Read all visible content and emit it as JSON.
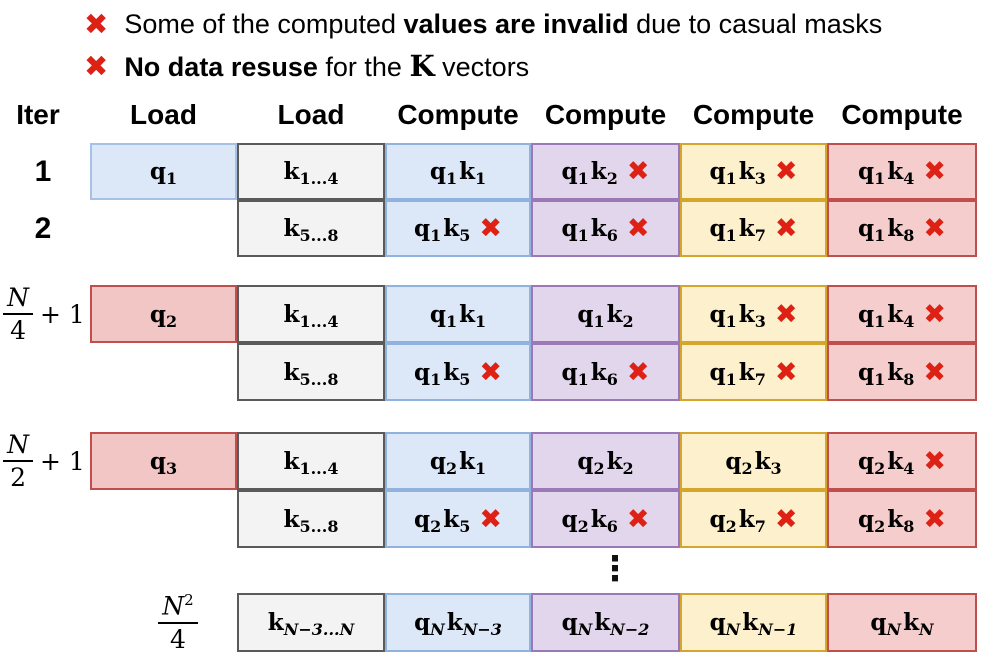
{
  "notes": [
    {
      "icon": "x-mark",
      "segments": [
        {
          "text": "Some of the computed ",
          "style": "normal"
        },
        {
          "text": "values are invalid",
          "style": "bold"
        },
        {
          "text": " due to casual masks",
          "style": "normal"
        }
      ]
    },
    {
      "icon": "x-mark",
      "segments": [
        {
          "text": "No data resuse",
          "style": "bold"
        },
        {
          "text": " for the ",
          "style": "normal"
        },
        {
          "text": "K",
          "style": "math-bold"
        },
        {
          "text": " vectors",
          "style": "normal"
        }
      ]
    }
  ],
  "header": {
    "labels": [
      "Iter",
      "Load",
      "Load",
      "Compute",
      "Compute",
      "Compute",
      "Compute"
    ]
  },
  "palette": {
    "blue": {
      "fill": "#dce8f7",
      "border": "#8fb3de"
    },
    "blue_q": {
      "fill": "#dce8f7",
      "border": "#a5c2e6"
    },
    "gray": {
      "fill": "#f3f3f3",
      "border": "#5a5a5a"
    },
    "purple": {
      "fill": "#e2d6ec",
      "border": "#9a79b6"
    },
    "yellow": {
      "fill": "#fdf0cd",
      "border": "#d5a62c"
    },
    "red": {
      "fill": "#f6cdcd",
      "border": "#bf4f4c"
    },
    "red_q": {
      "fill": "#f3c6c6",
      "border": "#bf4f4c"
    },
    "x_mark": "#dd2114",
    "text": "#000000"
  },
  "dots": "⋮",
  "blocks": [
    {
      "rows": [
        {
          "iter": {
            "kind": "plain",
            "text": "1"
          },
          "cells": [
            {
              "col": 0,
              "color": "blue_q",
              "label": [
                [
                  "q",
                  "1"
                ]
              ],
              "invalid": false
            },
            {
              "col": 1,
              "color": "gray",
              "label": [
                [
                  "k",
                  "1...4"
                ]
              ],
              "invalid": false
            },
            {
              "col": 2,
              "color": "blue",
              "label": [
                [
                  "q",
                  "1"
                ],
                [
                  "k",
                  "1"
                ]
              ],
              "invalid": false
            },
            {
              "col": 3,
              "color": "purple",
              "label": [
                [
                  "q",
                  "1"
                ],
                [
                  "k",
                  "2"
                ]
              ],
              "invalid": true
            },
            {
              "col": 4,
              "color": "yellow",
              "label": [
                [
                  "q",
                  "1"
                ],
                [
                  "k",
                  "3"
                ]
              ],
              "invalid": true
            },
            {
              "col": 5,
              "color": "red",
              "label": [
                [
                  "q",
                  "1"
                ],
                [
                  "k",
                  "4"
                ]
              ],
              "invalid": true
            }
          ]
        },
        {
          "iter": {
            "kind": "plain",
            "text": "2"
          },
          "cells": [
            {
              "col": 1,
              "color": "gray",
              "label": [
                [
                  "k",
                  "5...8"
                ]
              ],
              "invalid": false
            },
            {
              "col": 2,
              "color": "blue",
              "label": [
                [
                  "q",
                  "1"
                ],
                [
                  "k",
                  "5"
                ]
              ],
              "invalid": true
            },
            {
              "col": 3,
              "color": "purple",
              "label": [
                [
                  "q",
                  "1"
                ],
                [
                  "k",
                  "6"
                ]
              ],
              "invalid": true
            },
            {
              "col": 4,
              "color": "yellow",
              "label": [
                [
                  "q",
                  "1"
                ],
                [
                  "k",
                  "7"
                ]
              ],
              "invalid": true
            },
            {
              "col": 5,
              "color": "red",
              "label": [
                [
                  "q",
                  "1"
                ],
                [
                  "k",
                  "8"
                ]
              ],
              "invalid": true
            }
          ]
        }
      ]
    },
    {
      "rows": [
        {
          "iter": {
            "kind": "frac",
            "num": "N",
            "num_sup": "",
            "den": "4",
            "suffix": "+ 1"
          },
          "cells": [
            {
              "col": 0,
              "color": "red_q",
              "label": [
                [
                  "q",
                  "2"
                ]
              ],
              "invalid": false
            },
            {
              "col": 1,
              "color": "gray",
              "label": [
                [
                  "k",
                  "1...4"
                ]
              ],
              "invalid": false
            },
            {
              "col": 2,
              "color": "blue",
              "label": [
                [
                  "q",
                  "1"
                ],
                [
                  "k",
                  "1"
                ]
              ],
              "invalid": false
            },
            {
              "col": 3,
              "color": "purple",
              "label": [
                [
                  "q",
                  "1"
                ],
                [
                  "k",
                  "2"
                ]
              ],
              "invalid": false
            },
            {
              "col": 4,
              "color": "yellow",
              "label": [
                [
                  "q",
                  "1"
                ],
                [
                  "k",
                  "3"
                ]
              ],
              "invalid": true
            },
            {
              "col": 5,
              "color": "red",
              "label": [
                [
                  "q",
                  "1"
                ],
                [
                  "k",
                  "4"
                ]
              ],
              "invalid": true
            }
          ]
        },
        {
          "iter": null,
          "cells": [
            {
              "col": 1,
              "color": "gray",
              "label": [
                [
                  "k",
                  "5...8"
                ]
              ],
              "invalid": false
            },
            {
              "col": 2,
              "color": "blue",
              "label": [
                [
                  "q",
                  "1"
                ],
                [
                  "k",
                  "5"
                ]
              ],
              "invalid": true
            },
            {
              "col": 3,
              "color": "purple",
              "label": [
                [
                  "q",
                  "1"
                ],
                [
                  "k",
                  "6"
                ]
              ],
              "invalid": true
            },
            {
              "col": 4,
              "color": "yellow",
              "label": [
                [
                  "q",
                  "1"
                ],
                [
                  "k",
                  "7"
                ]
              ],
              "invalid": true
            },
            {
              "col": 5,
              "color": "red",
              "label": [
                [
                  "q",
                  "1"
                ],
                [
                  "k",
                  "8"
                ]
              ],
              "invalid": true
            }
          ]
        }
      ]
    },
    {
      "rows": [
        {
          "iter": {
            "kind": "frac",
            "num": "N",
            "num_sup": "",
            "den": "2",
            "suffix": "+ 1"
          },
          "cells": [
            {
              "col": 0,
              "color": "red_q",
              "label": [
                [
                  "q",
                  "3"
                ]
              ],
              "invalid": false
            },
            {
              "col": 1,
              "color": "gray",
              "label": [
                [
                  "k",
                  "1...4"
                ]
              ],
              "invalid": false
            },
            {
              "col": 2,
              "color": "blue",
              "label": [
                [
                  "q",
                  "2"
                ],
                [
                  "k",
                  "1"
                ]
              ],
              "invalid": false
            },
            {
              "col": 3,
              "color": "purple",
              "label": [
                [
                  "q",
                  "2"
                ],
                [
                  "k",
                  "2"
                ]
              ],
              "invalid": false
            },
            {
              "col": 4,
              "color": "yellow",
              "label": [
                [
                  "q",
                  "2"
                ],
                [
                  "k",
                  "3"
                ]
              ],
              "invalid": false
            },
            {
              "col": 5,
              "color": "red",
              "label": [
                [
                  "q",
                  "2"
                ],
                [
                  "k",
                  "4"
                ]
              ],
              "invalid": true
            }
          ]
        },
        {
          "iter": null,
          "cells": [
            {
              "col": 1,
              "color": "gray",
              "label": [
                [
                  "k",
                  "5...8"
                ]
              ],
              "invalid": false
            },
            {
              "col": 2,
              "color": "blue",
              "label": [
                [
                  "q",
                  "2"
                ],
                [
                  "k",
                  "5"
                ]
              ],
              "invalid": true
            },
            {
              "col": 3,
              "color": "purple",
              "label": [
                [
                  "q",
                  "2"
                ],
                [
                  "k",
                  "6"
                ]
              ],
              "invalid": true
            },
            {
              "col": 4,
              "color": "yellow",
              "label": [
                [
                  "q",
                  "2"
                ],
                [
                  "k",
                  "7"
                ]
              ],
              "invalid": true
            },
            {
              "col": 5,
              "color": "red",
              "label": [
                [
                  "q",
                  "2"
                ],
                [
                  "k",
                  "8"
                ]
              ],
              "invalid": true
            }
          ]
        }
      ]
    },
    {
      "rows": [
        {
          "iter": {
            "kind": "frac",
            "num": "N",
            "num_sup": "2",
            "den": "4",
            "suffix": ""
          },
          "cells": [
            {
              "col": 1,
              "color": "gray",
              "label": [
                [
                  "k",
                  "N−3...N"
                ]
              ],
              "invalid": false
            },
            {
              "col": 2,
              "color": "blue",
              "label": [
                [
                  "q",
                  "N"
                ],
                [
                  "k",
                  "N−3"
                ]
              ],
              "invalid": false
            },
            {
              "col": 3,
              "color": "purple",
              "label": [
                [
                  "q",
                  "N"
                ],
                [
                  "k",
                  "N−2"
                ]
              ],
              "invalid": false
            },
            {
              "col": 4,
              "color": "yellow",
              "label": [
                [
                  "q",
                  "N"
                ],
                [
                  "k",
                  "N−1"
                ]
              ],
              "invalid": false
            },
            {
              "col": 5,
              "color": "red",
              "label": [
                [
                  "q",
                  "N"
                ],
                [
                  "k",
                  "N"
                ]
              ],
              "invalid": false
            }
          ]
        }
      ]
    }
  ]
}
